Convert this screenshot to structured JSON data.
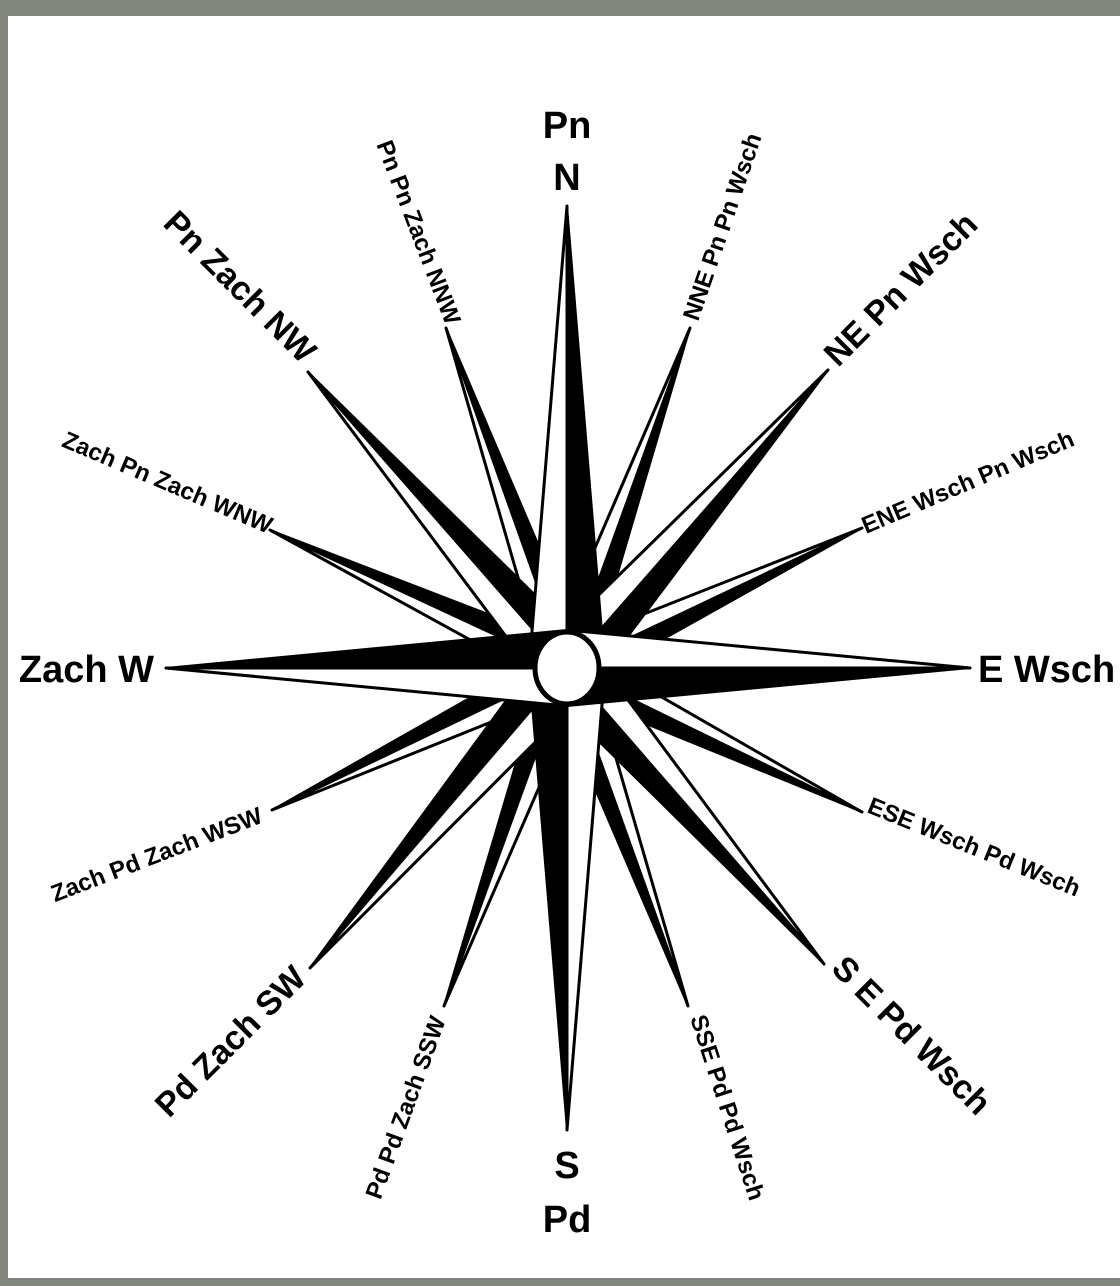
{
  "colors": {
    "frame": "#82857c",
    "panel": "#ffffff",
    "ink": "#000000"
  },
  "compass": {
    "cardinal": {
      "north": {
        "top": "Pn",
        "bottom": "N"
      },
      "south": {
        "top": "S",
        "bottom": "Pd"
      },
      "west": "Zach W",
      "east": "E Wsch"
    },
    "ordinal": {
      "nw": "Pn Zach  NW",
      "ne": "NE  Pn Wsch",
      "sw": "Pd Zach  SW",
      "se": "S E  Pd Wsch"
    },
    "minor": {
      "nnw": "Pn Pn Zach  NNW",
      "nne": "NNE   Pn Pn Wsch",
      "wnw": "Zach Pn Zach  WNW",
      "ene": "ENE  Wsch Pn Wsch",
      "wsw": "Zach Pd Zach  WSW",
      "ese": "ESE  Wsch Pd Wsch",
      "ssw": "Pd Pd Zach  SSW",
      "sse": "SSE  Pd Pd Wsch"
    }
  }
}
